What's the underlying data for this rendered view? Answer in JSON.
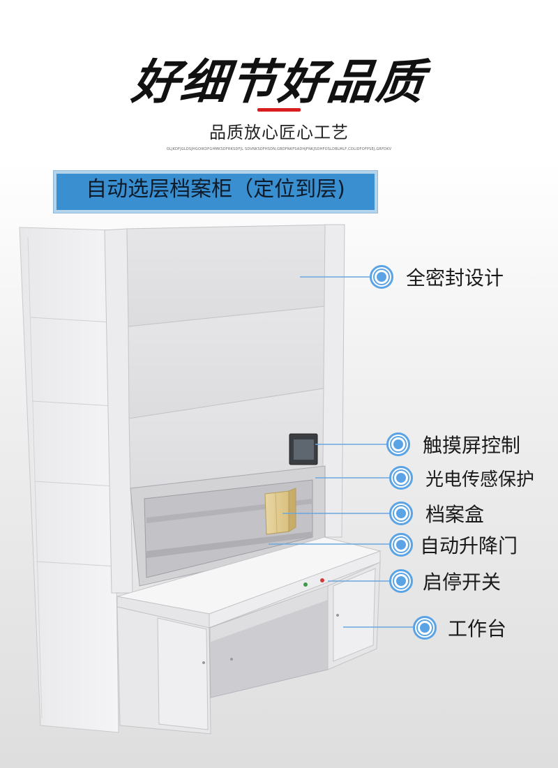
{
  "header": {
    "title": "好细节好品质",
    "subtitle": "品质放心匠心工艺",
    "tiny_text": "OLJKDFJGLDSJHGOIKDFGHMKSDFRKSDFJL SDVNKSDFHSDN,GBDFNKFSADHJFNKJSDHFOSLDBLMLF,CDLIDFOFPSEJ,GRFDKV"
  },
  "product": {
    "label": "自动选层档案柜（定位到层)"
  },
  "callouts": [
    {
      "label": "全密封设计",
      "icon": "target-dot-icon"
    },
    {
      "label": "触摸屏控制",
      "icon": "target-dot-icon"
    },
    {
      "label": "光电传感保护",
      "icon": "target-dot-icon"
    },
    {
      "label": "档案盒",
      "icon": "target-dot-icon"
    },
    {
      "label": "自动升降门",
      "icon": "target-dot-icon"
    },
    {
      "label": "启停开关",
      "icon": "target-dot-icon"
    },
    {
      "label": "工作台",
      "icon": "target-dot-icon"
    }
  ],
  "colors": {
    "accent_red": "#d81e1e",
    "banner_blue": "#3a8fd1",
    "callout_blue": "#5aa3e4",
    "cabinet_gray": "#e4e4e6"
  }
}
